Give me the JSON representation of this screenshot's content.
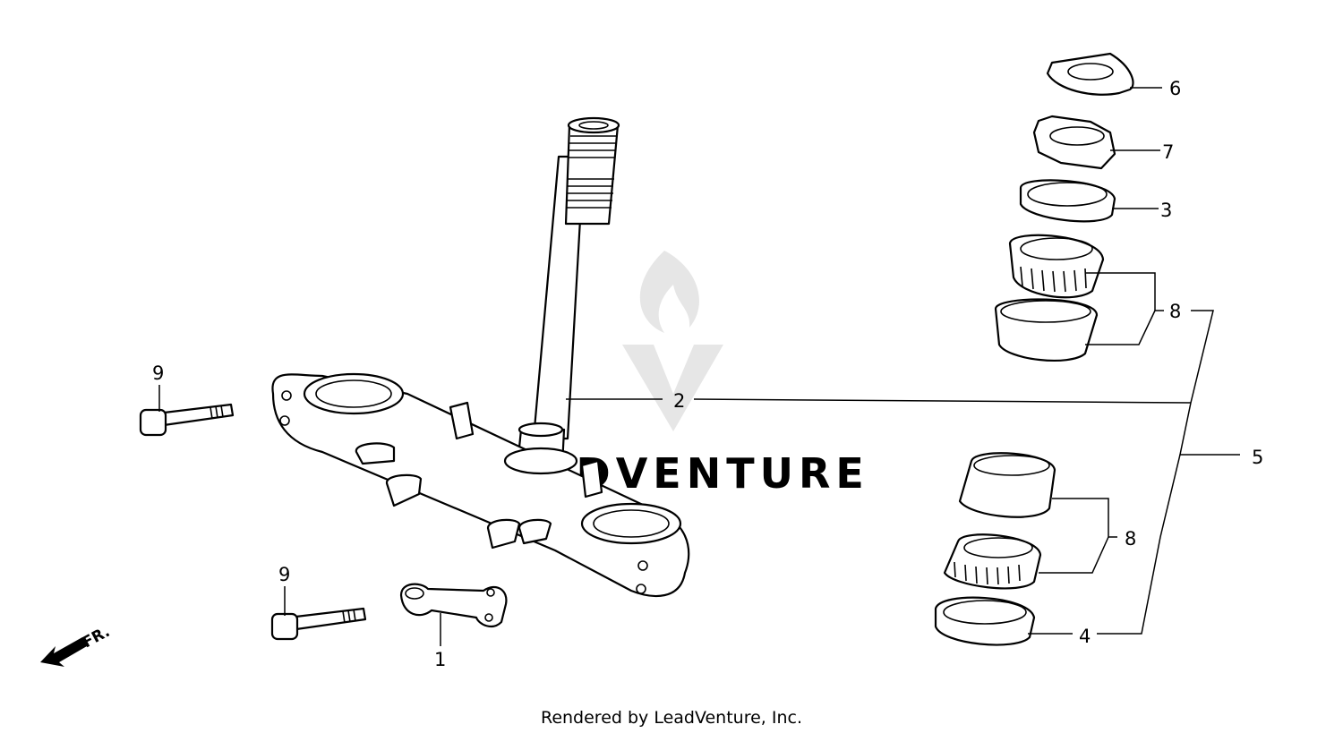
{
  "diagram": {
    "callouts": {
      "c1": "1",
      "c2": "2",
      "c3": "3",
      "c4": "4",
      "c5": "5",
      "c6": "6",
      "c7": "7",
      "c8_upper": "8",
      "c8_lower": "8",
      "c9_upper": "9",
      "c9_lower": "9"
    },
    "front_marker": "FR.",
    "footer": "Rendered by LeadVenture, Inc.",
    "watermark": "LEADVENTURE"
  }
}
